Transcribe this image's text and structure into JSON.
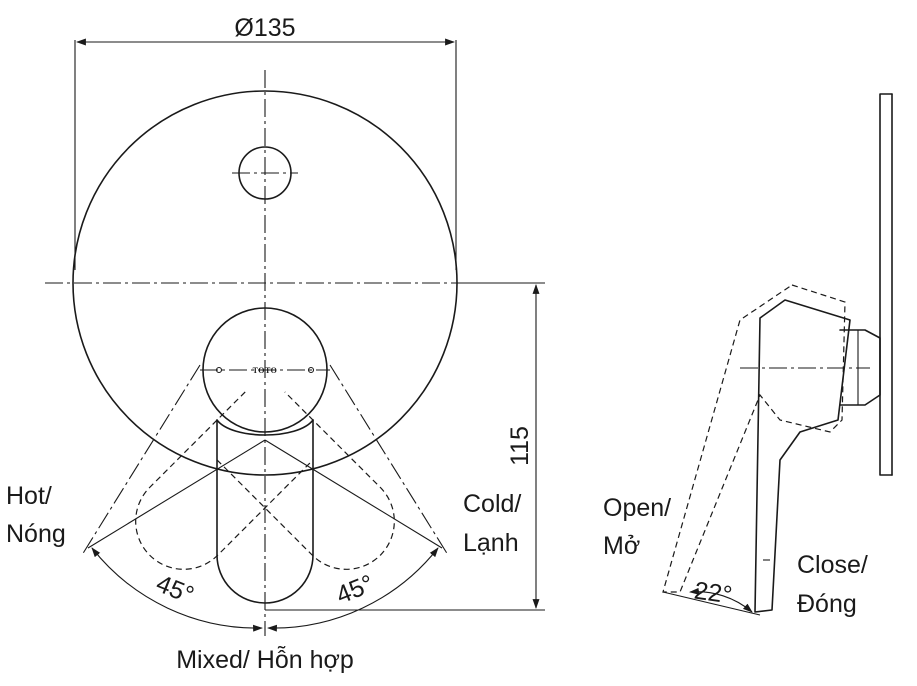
{
  "dimensions": {
    "diameter": "Ø135",
    "height": "115",
    "angle_left": "45°",
    "angle_right": "45°",
    "angle_open": "22°"
  },
  "labels": {
    "hot_en": "Hot/",
    "hot_vi": "Nóng",
    "cold_en": "Cold/",
    "cold_vi": "Lạnh",
    "mixed": "Mixed/ Hỗn hợp",
    "open_en": "Open/",
    "open_vi": "Mở",
    "close_en": "Close/",
    "close_vi": "Đóng"
  },
  "logo_text": "TOTO"
}
